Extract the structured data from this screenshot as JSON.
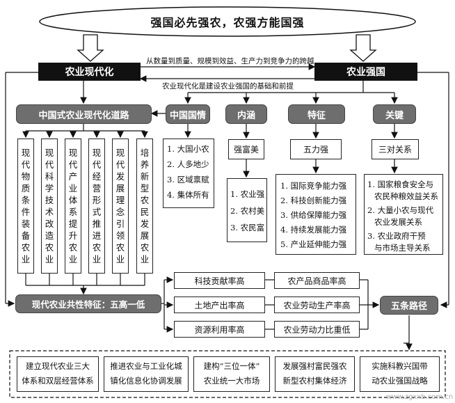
{
  "title": "强国必先强农，农强方能国强",
  "nodes": {
    "left_main": "农业现代化",
    "right_main": "农业强国",
    "arrow_text_top": "从数量到质量、规模到效益、生产力到竞争力的跨越",
    "arrow_text_bottom": "农业现代化是建设农业强国的基础和前提",
    "path": "中国式农业现代化道路",
    "conditions": "中国国情",
    "connotation": "内涵",
    "features": "特征",
    "key": "关键",
    "common_features": "现代农业共性特征：五高一低",
    "five_paths": "五条路径"
  },
  "path_columns": [
    "现代物质条件装备农业",
    "现代科学技术改造农业",
    "现代产业体系提升农业",
    "现代经营形式推进农业",
    "现代发展理念引领农业",
    "培养新型农民发展农业"
  ],
  "conditions_list": [
    "1. 大国小农",
    "2. 人多地少",
    "3. 区域禀赋",
    "4. 集体所有"
  ],
  "connotation_sub": "强富美",
  "connotation_list": [
    "1. 农业强",
    "2. 农村美",
    "3. 农民富"
  ],
  "features_sub": "五力强",
  "features_list": [
    "1. 国际竞争能力强",
    "2. 科技创新能力强",
    "3. 供给保障能力强",
    "4. 持续发展能力强",
    "5. 产业延伸能力强"
  ],
  "key_sub": "三对关系",
  "key_list": [
    "1. 国家粮食安全与",
    "农民种粮效益关系",
    "2. 大量小农与现代",
    "农业发展关系",
    "3. 农业政府干预",
    "与市场主导关系"
  ],
  "five_high_one_low": [
    [
      "科技贡献率高",
      "农产品商品率高"
    ],
    [
      "土地产出率高",
      "农业劳动生产率高"
    ],
    [
      "资源利用率高",
      "农业劳动力比重低"
    ]
  ],
  "bottom_paths": [
    [
      "建立现代农业三大",
      "体系和双层经营体系"
    ],
    [
      "推进农业与工业化城",
      "镇化信息化协调发展"
    ],
    [
      "建构“三位一体”",
      "农业统一大市场"
    ],
    [
      "发展强村富民强农",
      "新型农村集体经济"
    ],
    [
      "实施科教兴国带",
      "动农业强国战略"
    ]
  ],
  "watermark": "www.zgxxb.com.cn"
}
